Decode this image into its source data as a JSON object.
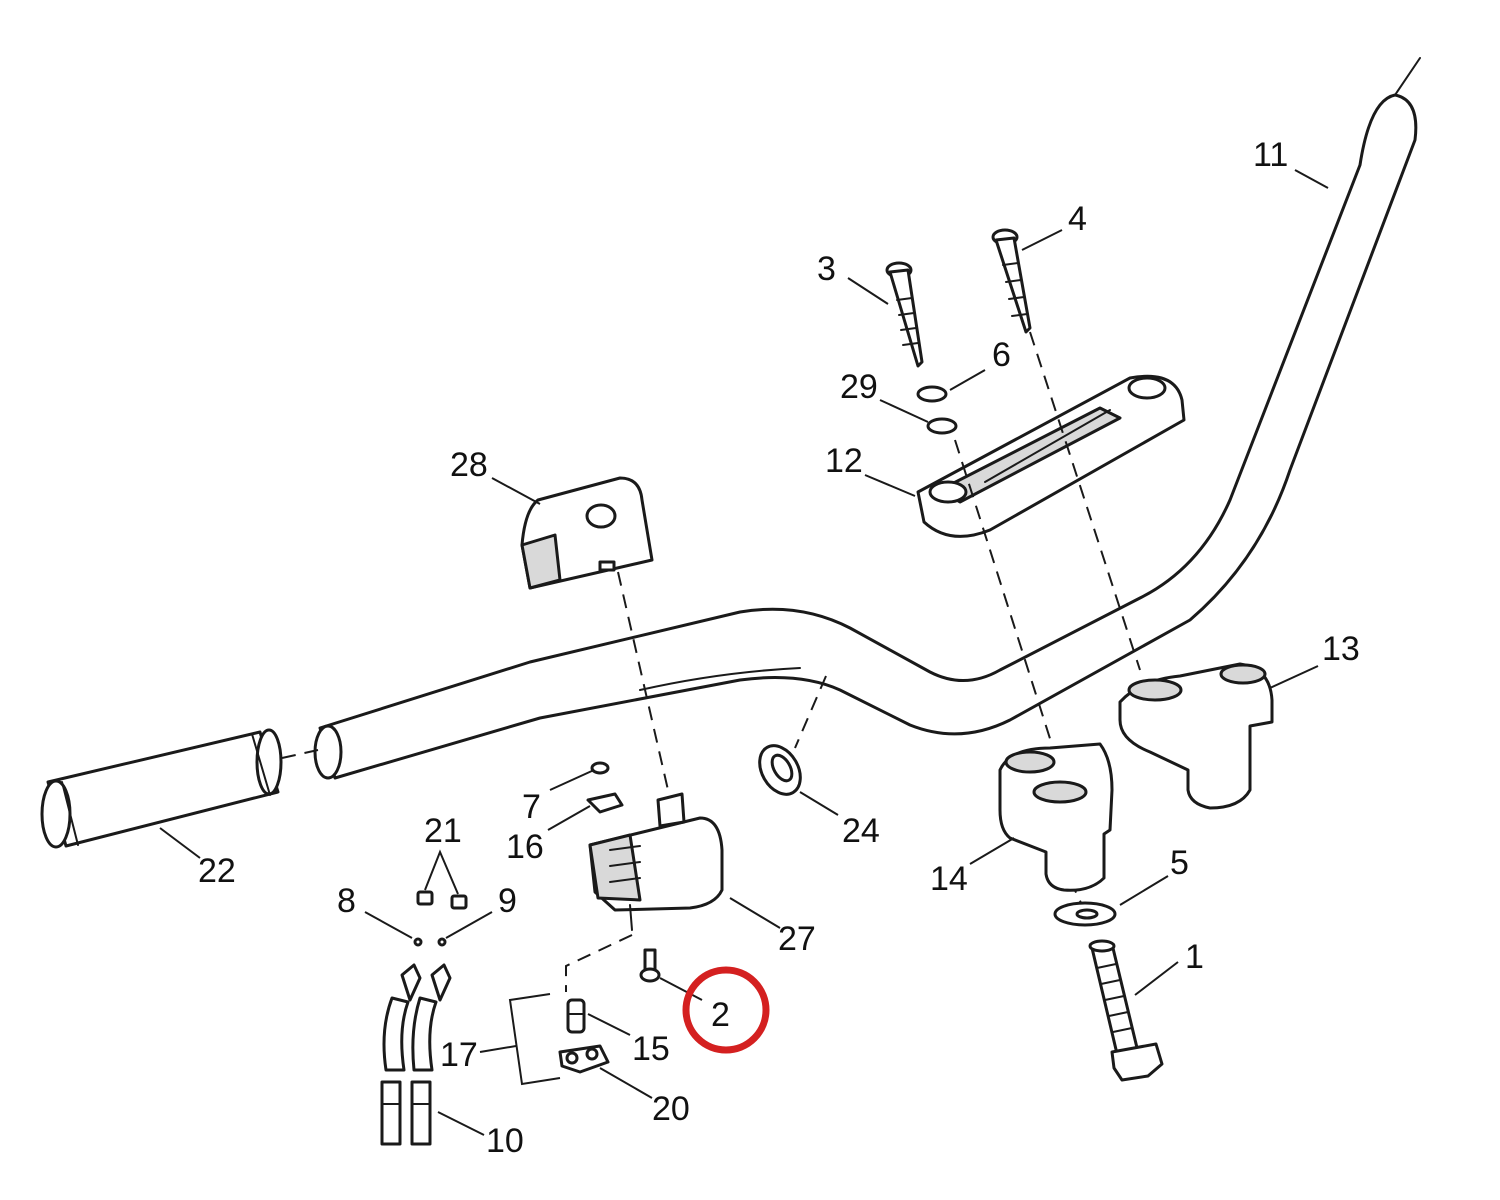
{
  "callouts": [
    {
      "id": "c1",
      "text": "1"
    },
    {
      "id": "c2",
      "text": "2"
    },
    {
      "id": "c3",
      "text": "3"
    },
    {
      "id": "c4",
      "text": "4"
    },
    {
      "id": "c5",
      "text": "5"
    },
    {
      "id": "c6",
      "text": "6"
    },
    {
      "id": "c7",
      "text": "7"
    },
    {
      "id": "c8",
      "text": "8"
    },
    {
      "id": "c9",
      "text": "9"
    },
    {
      "id": "c10",
      "text": "10"
    },
    {
      "id": "c11",
      "text": "11"
    },
    {
      "id": "c12",
      "text": "12"
    },
    {
      "id": "c13",
      "text": "13"
    },
    {
      "id": "c14",
      "text": "14"
    },
    {
      "id": "c15",
      "text": "15"
    },
    {
      "id": "c16",
      "text": "16"
    },
    {
      "id": "c17",
      "text": "17"
    },
    {
      "id": "c20",
      "text": "20"
    },
    {
      "id": "c21",
      "text": "21"
    },
    {
      "id": "c22",
      "text": "22"
    },
    {
      "id": "c24",
      "text": "24"
    },
    {
      "id": "c27",
      "text": "27"
    },
    {
      "id": "c28",
      "text": "28"
    },
    {
      "id": "c29",
      "text": "29"
    }
  ],
  "highlight": {
    "target": "2",
    "color": "#d42020"
  }
}
